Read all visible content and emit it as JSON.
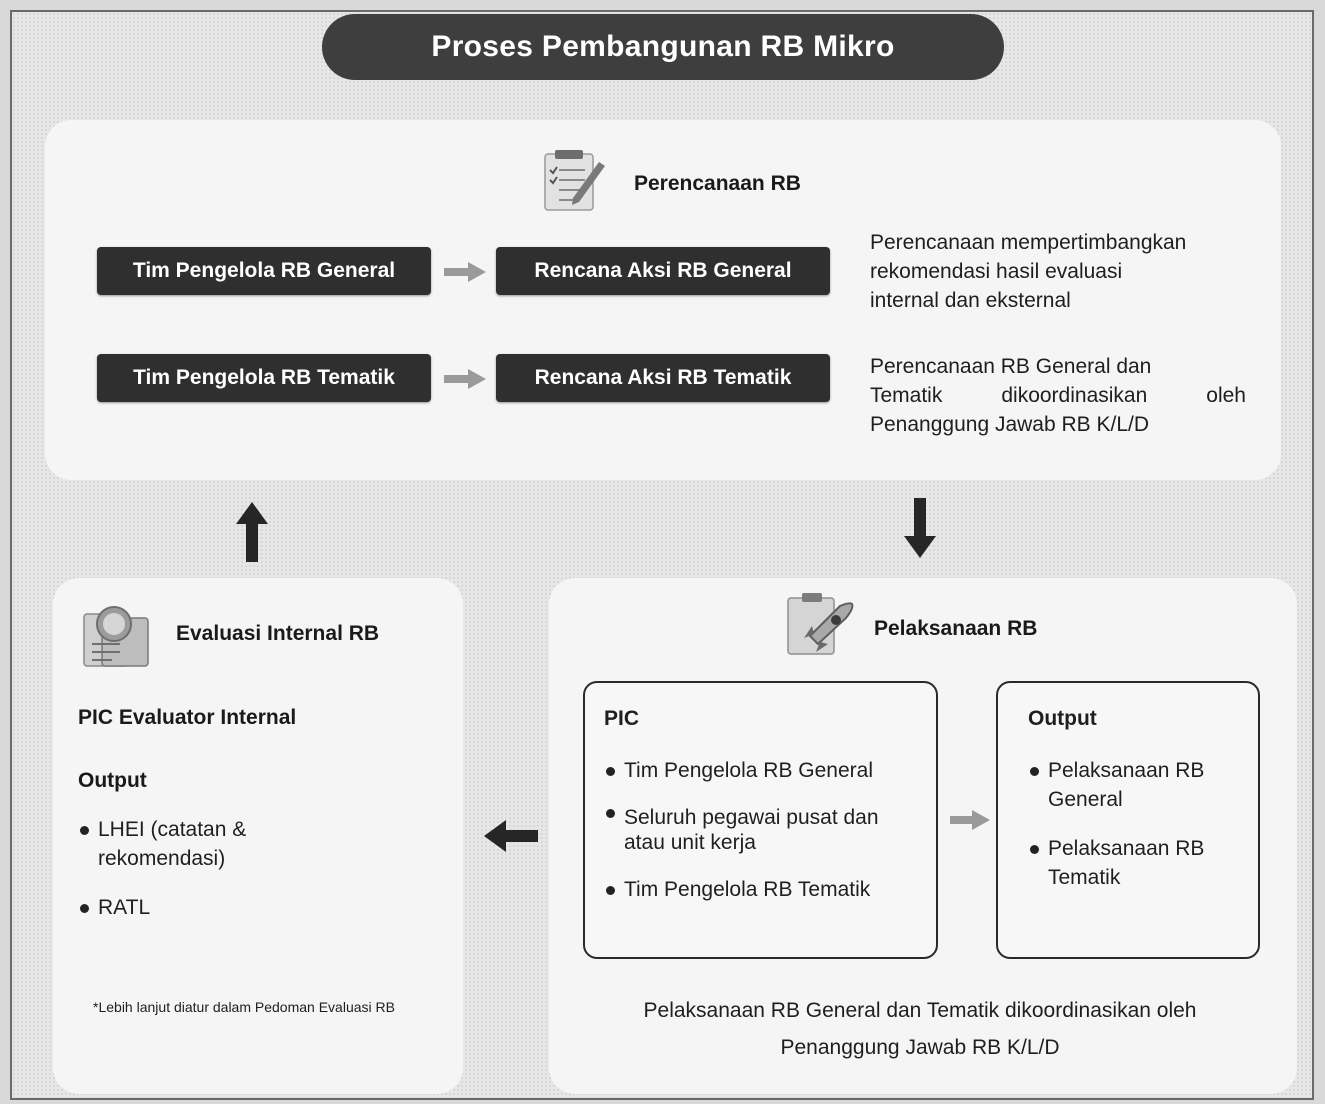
{
  "title": "Proses Pembangunan RB Mikro",
  "planning": {
    "heading": "Perencanaan RB",
    "icon": "planning-checklist-icon",
    "row1": {
      "from": "Tim Pengelola RB General",
      "to": "Rencana Aksi RB General"
    },
    "row2": {
      "from": "Tim Pengelola RB Tematik",
      "to": "Rencana Aksi RB Tematik"
    },
    "desc1": [
      "Perencanaan mempertimbangkan",
      "rekomendasi hasil evaluasi",
      "internal dan eksternal"
    ],
    "desc2": [
      "Perencanaan RB General dan",
      "Tematik dikoordinasikan oleh",
      "Penanggung Jawab RB K/L/D"
    ]
  },
  "evaluation": {
    "heading": "Evaluasi Internal RB",
    "icon": "evaluation-report-icon",
    "pic": "PIC Evaluator Internal",
    "output_label": "Output",
    "outputs": [
      "LHEI (catatan & rekomendasi)",
      "RATL"
    ],
    "footnote": "*Lebih lanjut diatur dalam Pedoman Evaluasi RB"
  },
  "implementation": {
    "heading": "Pelaksanaan RB",
    "icon": "implementation-rocket-icon",
    "pic_label": "PIC",
    "pics": [
      "Tim Pengelola RB General",
      "Seluruh pegawai pusat dan atau unit kerja",
      "Tim Pengelola RB Tematik"
    ],
    "output_label": "Output",
    "outputs": [
      "Pelaksanaan RB General",
      "Pelaksanaan RB Tematik"
    ],
    "note": "Pelaksanaan RB General dan Tematik dikoordinasikan oleh Penanggung Jawab RB K/L/D"
  },
  "colors": {
    "dark": "#2f2f2f",
    "arrow_gray": "#9a9a9a",
    "card": "#f5f5f5"
  }
}
